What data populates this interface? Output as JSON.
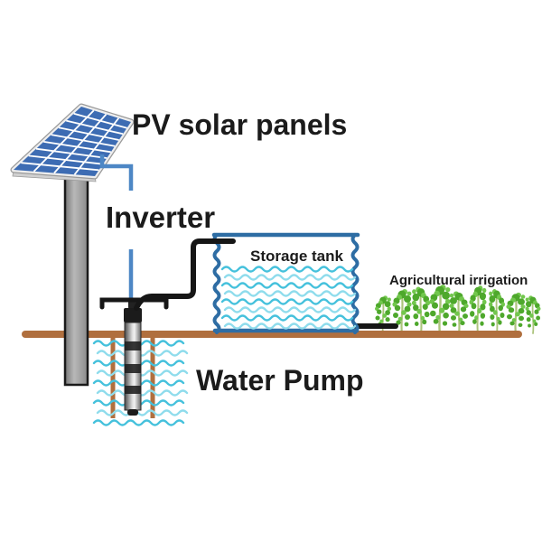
{
  "figure": {
    "type": "diagram"
  },
  "labels": {
    "pv_panels": "PV solar panels",
    "inverter": "Inverter",
    "storage_tank": "Storage tank",
    "water_pump": "Water Pump",
    "irrigation": "Agricultural irrigation"
  },
  "colors": {
    "panel_blue": "#3d6cb3",
    "wire_blue": "#4d87c5",
    "tank_blue": "#2e6da4",
    "water_cyan": "#45c1dc",
    "water_cyan_light": "#8fdcec",
    "ground_brown": "#b06f3e",
    "plant_green": "#4ea82c",
    "plant_green_light": "#72c74d",
    "stem_green": "#acc47c",
    "pipe_black": "#161616",
    "pole_gray": "#9a9a9a",
    "text_black": "#1b1b1b"
  }
}
